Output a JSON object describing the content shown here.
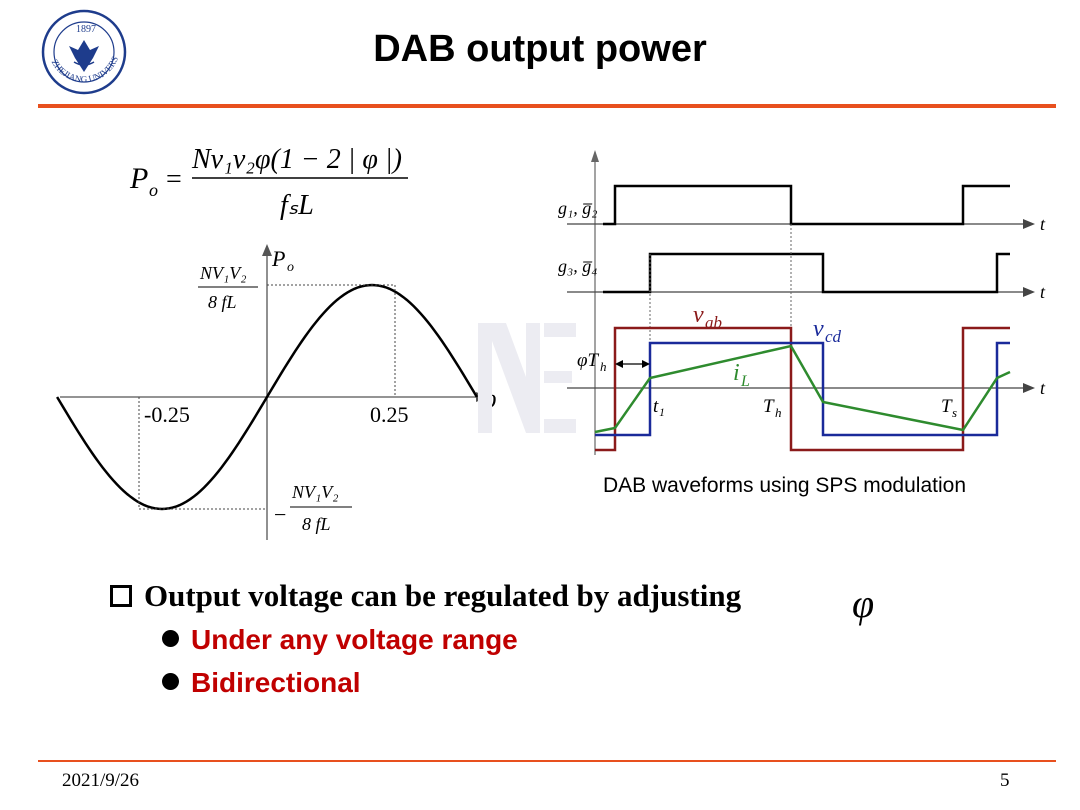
{
  "slide": {
    "title": "DAB output power",
    "date": "2021/9/26",
    "page_number": "5",
    "logo": {
      "text": "ZHEJIANG UNIVERSITY",
      "year": "1897"
    },
    "accent_color": "#e8501e"
  },
  "formula": {
    "lhs": "P",
    "lhs_sub": "o",
    "numerator": "Nv₁v₂φ(1 − 2 | φ |)",
    "denominator": "fₛL"
  },
  "power_curve": {
    "y_axis_label": "P",
    "y_axis_label_sub": "o",
    "x_axis_label": "φ",
    "max_label_num": "NV₁V₂",
    "max_label_den": "8 fL",
    "min_label_sign": "−",
    "min_label_num": "NV₁V₂",
    "min_label_den": "8 fL",
    "tick_neg": "-0.25",
    "tick_pos": "0.25",
    "curve": {
      "x_range": [
        -0.5,
        0.5
      ],
      "peak": [
        0.25,
        1
      ],
      "trough": [
        -0.25,
        -1
      ]
    }
  },
  "waveforms": {
    "g12_label": "g₁, g̅₂",
    "g34_label": "g₃, g̅₄",
    "t_label": "t",
    "vab_label": "v",
    "vab_sub": "ab",
    "vcd_label": "v",
    "vcd_sub": "cd",
    "il_label": "i",
    "il_sub": "L",
    "phi_th_label": "φT",
    "phi_th_sub": "h",
    "t1_label": "t₁",
    "th_label": "T",
    "th_sub": "h",
    "ts_label": "T",
    "ts_sub": "s",
    "vab_color": "#8b1a1a",
    "vcd_color": "#1a2a9a",
    "il_color": "#2e8b2e",
    "caption": "DAB waveforms using SPS modulation"
  },
  "bullets": {
    "main": "Output voltage can be regulated by adjusting",
    "main_symbol": "φ",
    "items": [
      "Under any voltage range",
      "Bidirectional"
    ],
    "item_color": "#c00000"
  }
}
